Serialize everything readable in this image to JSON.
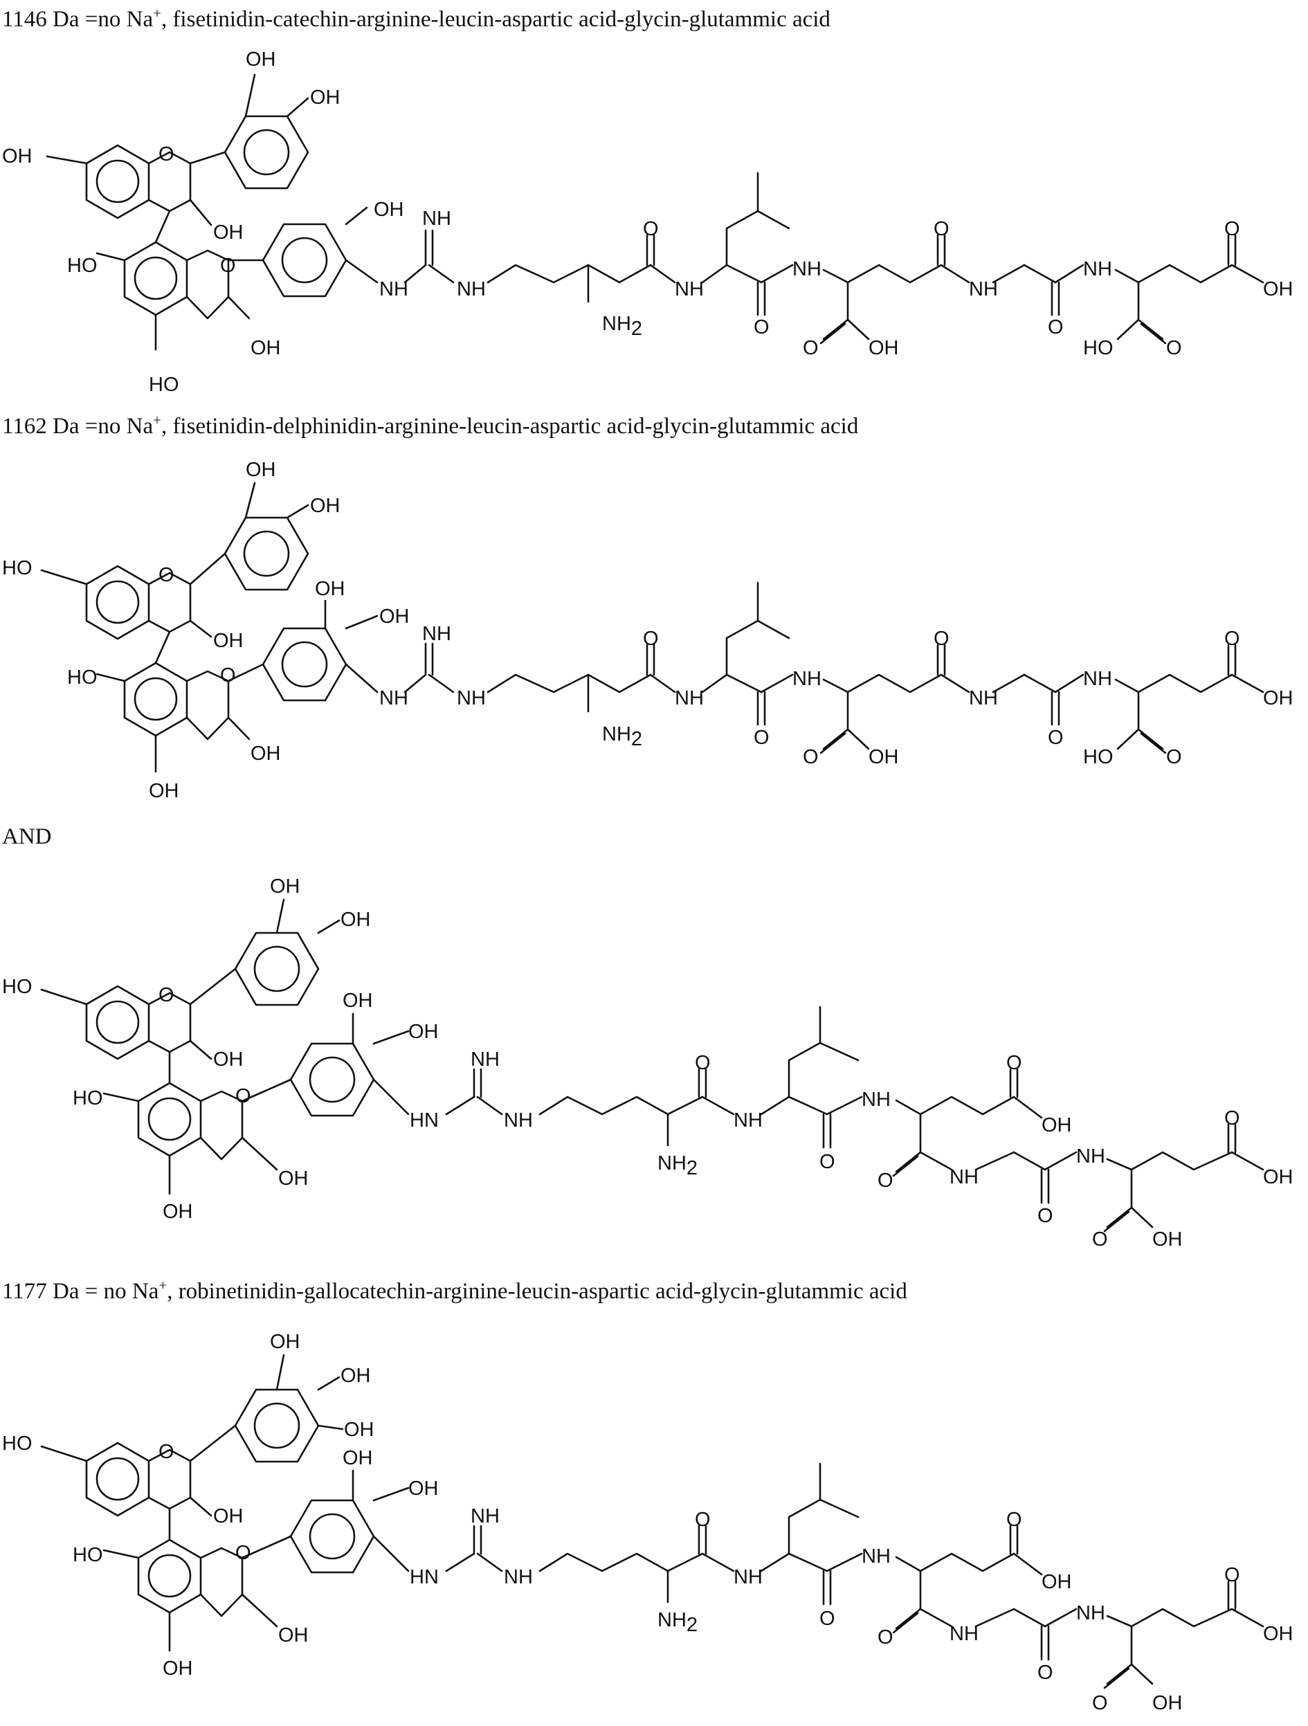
{
  "captions": {
    "c1146": {
      "lead": "1146 Da =no Na",
      "sup": "+",
      "tail": ", fisetinidin-catechin-arginine-leucin-aspartic acid-glycin-glutammic acid"
    },
    "c1162": {
      "lead": "1162 Da =no Na",
      "sup": "+",
      "tail": ", fisetinidin-delphinidin-arginine-leucin-aspartic acid-glycin-glutammic acid"
    },
    "and": "AND",
    "c1177": {
      "lead": "1177 Da = no Na",
      "sup": "+",
      "tail": ", robinetinidin-gallocatechin-arginine-leucin-aspartic acid-glycin-glutammic acid"
    }
  },
  "atoms": {
    "oh": "OH",
    "ho": "HO",
    "o": "O",
    "nh": "NH",
    "hn": "HN",
    "n": "N",
    "h": "H",
    "two": "2"
  }
}
